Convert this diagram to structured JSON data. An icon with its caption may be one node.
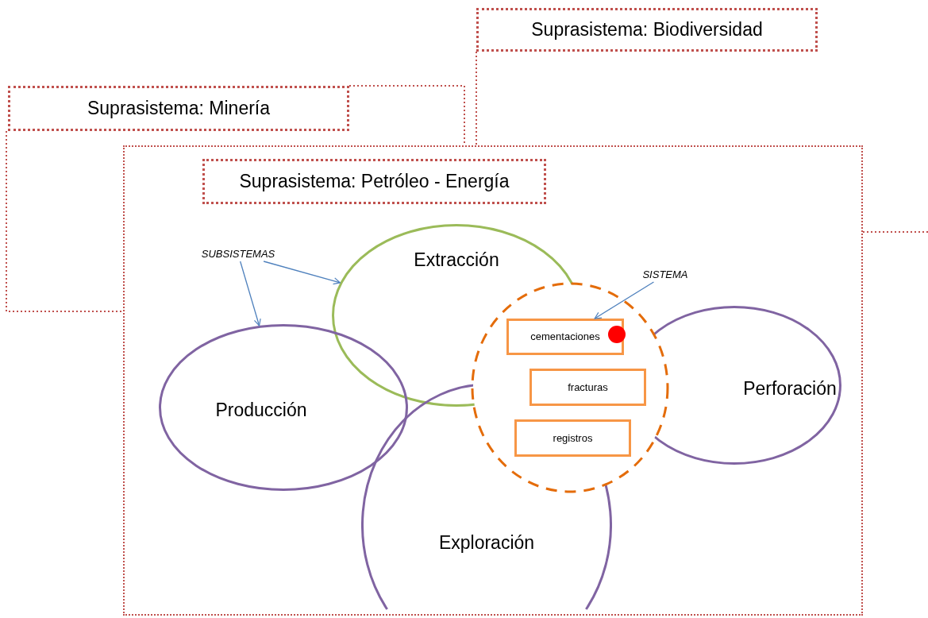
{
  "diagram": {
    "nodes": [
      {
        "text": [
          "Suprasistema: Biodiversidad"
        ]
      },
      {
        "text": [
          "Suprasistema: Minería"
        ]
      },
      {
        "text": [],
        "shape": "box"
      },
      {
        "text": [
          "Suprasistema: Petróleo - Energía"
        ],
        "in": 2
      },
      {
        "text": [
          "SUBSISTEMAS"
        ],
        "in": 2
      },
      {
        "text": [
          "Extracción"
        ],
        "in": 2
      },
      {
        "text": [
          "Producción"
        ],
        "in": 2
      },
      {
        "text": [
          "Exploración"
        ],
        "in": 2
      },
      {
        "text": [
          "Perforación"
        ],
        "in": 2
      },
      {
        "text": [],
        "shape": "circle",
        "in": 2
      },
      {
        "text": [
          "SISTEMA"
        ],
        "in": 2
      },
      {
        "text": [
          "cementaciones"
        ],
        "in": 9
      },
      {
        "text": [
          "fracturas"
        ],
        "in": 9
      },
      {
        "text": [
          "registros"
        ],
        "in": 9
      }
    ],
    "edges": [
      {
        "from": 4,
        "to": 5,
        "arrow": "to"
      },
      {
        "from": 4,
        "to": 6,
        "arrow": "to"
      },
      {
        "from": 10,
        "to": 11,
        "arrow": "to"
      }
    ]
  }
}
